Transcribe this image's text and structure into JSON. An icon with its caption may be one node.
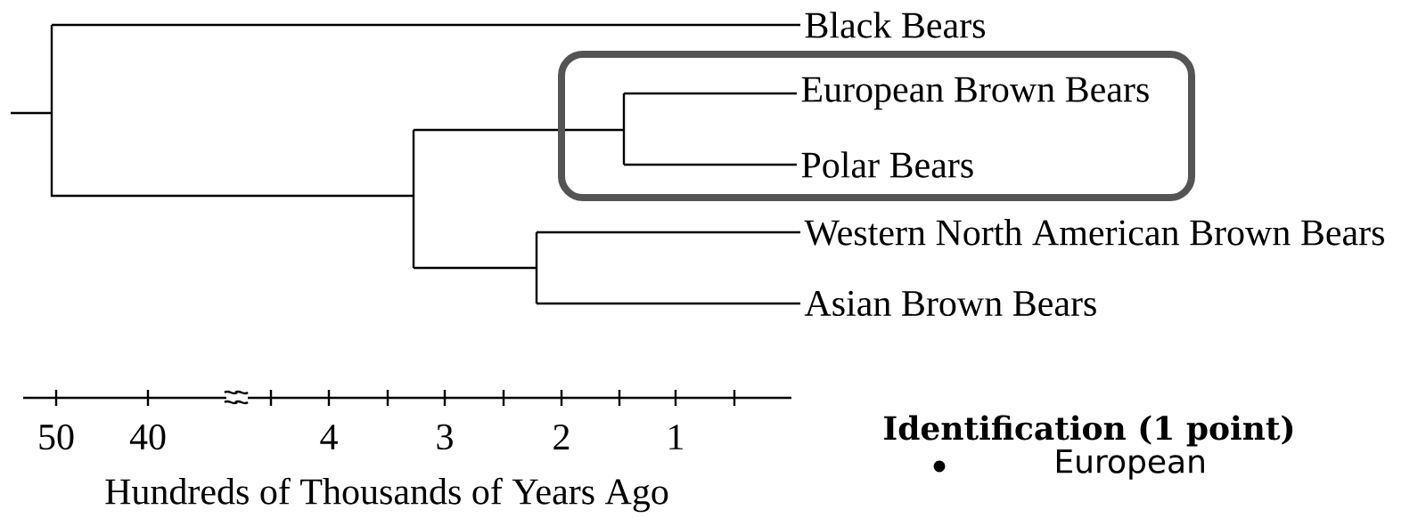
{
  "diagram": {
    "nodes": [
      {
        "text": [
          "Black Bears"
        ]
      },
      {
        "text": [],
        "shape": "box"
      },
      {
        "text": [
          "European Brown Bears"
        ],
        "in": 1
      },
      {
        "text": [
          "Polar Bears"
        ],
        "in": 1
      },
      {
        "text": [
          "Western North American Brown Bears"
        ]
      },
      {
        "text": [
          "Asian Brown Bears"
        ]
      }
    ],
    "edges": [
      {
        "from": null,
        "to": 0,
        "arrow": "none"
      },
      {
        "from": null,
        "to": 2,
        "arrow": "none"
      },
      {
        "from": null,
        "to": 3,
        "arrow": "none"
      },
      {
        "from": null,
        "to": 4,
        "arrow": "none"
      },
      {
        "from": null,
        "to": 5,
        "arrow": "none"
      }
    ],
    "labels": [
      "50",
      "40",
      "4",
      "3",
      "2",
      "1",
      "Hundreds of Thousands of Years Ago",
      "Identification (1 point)",
      "European"
    ]
  }
}
